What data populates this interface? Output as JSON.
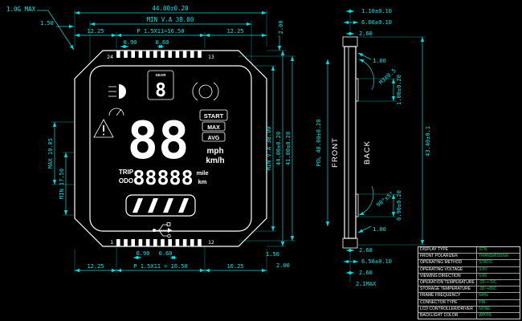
{
  "colors": {
    "background": "#000000",
    "dimension": "#00e6e6",
    "drawing": "#ffffff",
    "value_green": "#00d46a"
  },
  "fv": {
    "d_corner": "1.0G MAX",
    "d_150": "1.50",
    "d_width": "44.00±0.20",
    "d_minva": "MIN V.A 38.00",
    "d_l1225": "12.25",
    "d_pitch": "P 1.5X11=16.50",
    "d_r1225": "12.25",
    "d_090": "0.90",
    "d_060": "0.60",
    "d_200t": "2.00",
    "pin24": "24",
    "pin13": "13",
    "pin1": "1",
    "pin12": "12",
    "d_max10": "MAX 10.05",
    "d_min17": "MIN 17.50",
    "d_minva_v": "MIN V.A 38.00",
    "d_height": "44.00±0.20",
    "d_4100": "41.00±0.20",
    "d_b090": "0.90",
    "d_b060": "0.60",
    "d_b150": "1.50",
    "d_b200": "2.00",
    "d_b1225": "12.25",
    "d_bpitch": "P 1.5X11 = 16.50",
    "d_b1625": "16.25",
    "lcd": {
      "gear_label": "GEAR",
      "gear_digit": "8",
      "speed": "88",
      "start": "START",
      "max": "MAX",
      "avg": "AVG",
      "mph": "mph",
      "kmh": "km/h",
      "trip": "TRIP",
      "odo": "ODO",
      "odometer": "88888",
      "mile": "mile",
      "km": "km"
    }
  },
  "sv": {
    "front": "FRONT",
    "back": "BACK",
    "pol": "POL 40.00±0.20",
    "d110": "1.10±0.10",
    "d660": "6.60±0.10",
    "d260t": "2.60",
    "d100t": "1.00",
    "thread": "M3X0.5",
    "d100pm": "1.00±0.20",
    "d4340": "43.40±0.1",
    "d090pm": "0.90±0.20",
    "angle": "90°±5°",
    "d100b": "1.00",
    "d260b1": "2.60",
    "d650": "6.50±0.10",
    "d260b2": "2.60",
    "d21max": "2.1MAX"
  },
  "tb": {
    "rows": [
      {
        "label": "DISPLAY TYPE",
        "value": "STN"
      },
      {
        "label": "FRONT POLARIZER",
        "value": "TRANSMISSIVE"
      },
      {
        "label": "OPERATING METHOD",
        "value": "STATIC"
      },
      {
        "label": "OPERATING VOLTAGE",
        "value": "3.0V"
      },
      {
        "label": "VIEWING DIRECTION",
        "value": "6:00"
      },
      {
        "label": "OPERATION TEMPERATURE",
        "value": "-20~+70C"
      },
      {
        "label": "STORAGE TEMPERATURE",
        "value": "-30~+80C"
      },
      {
        "label": "FRAME FREQUENCY",
        "value": "64Hz"
      },
      {
        "label": "CONNECTOR TYPE",
        "value": "PIN"
      },
      {
        "label": "LCD CONTROLLER/DRIVER",
        "value": "NONE"
      },
      {
        "label": "BACKLIGHT COLOR",
        "value": "WHITE"
      }
    ]
  }
}
